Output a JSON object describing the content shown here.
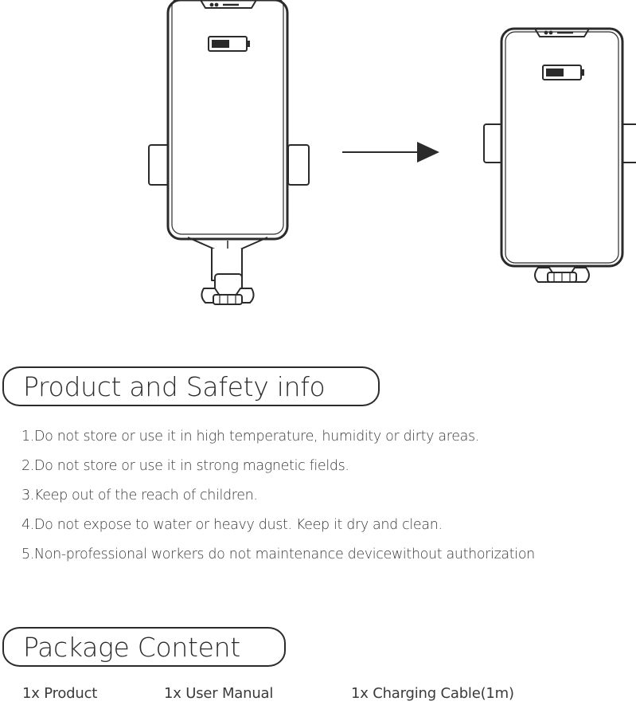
{
  "sections": {
    "safety": {
      "title": "Product and Safety info",
      "items": [
        "1.Do not store or use it in high temperature, humidity or dirty areas.",
        "2.Do not store or use it in strong magnetic fields.",
        "3.Keep out of the reach of children.",
        "4.Do not expose to water or heavy dust. Keep it dry and clean.",
        "5.Non-professional workers do not maintenance devicewithout authorization"
      ]
    },
    "package": {
      "title": "Package Content",
      "items": [
        "1x Product",
        "1x User Manual",
        "1x Charging Cable(1m)"
      ]
    }
  },
  "illustration": {
    "icons": [
      "phone-in-holder-open-icon",
      "arrow-right-icon",
      "phone-in-holder-clamped-icon"
    ],
    "line_color": "#2b2b2b"
  }
}
